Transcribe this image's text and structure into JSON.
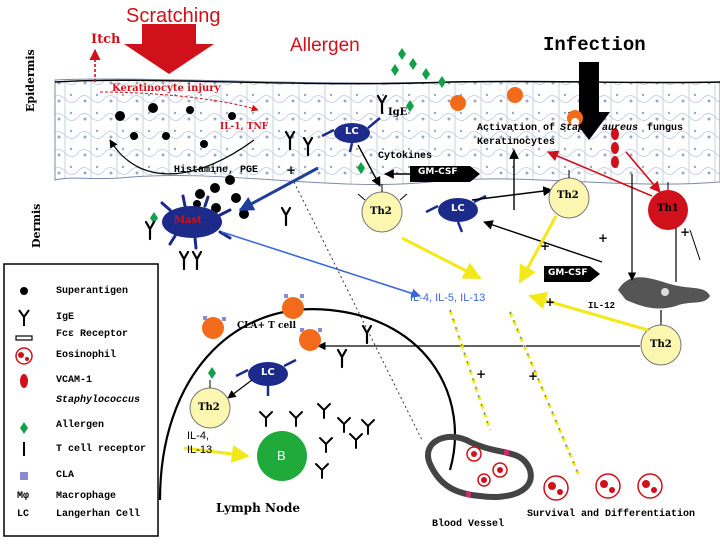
{
  "labels": {
    "scratching": "Scratching",
    "itch": "Itch",
    "allergen_top": "Allergen",
    "infection": "Infection",
    "epidermis": "Epidermis",
    "dermis": "Dermis",
    "keratinocyte_injury": "Keratinocyte injury",
    "il1_tnf": "IL-1, TNF",
    "ige_top": "IgE",
    "activation": "Activation of",
    "staph_aureus": "Staph. aureus",
    "fungus": "fungus",
    "keratinocytes": "Keratinocytes",
    "cytokines": "Cytokines",
    "histamine_pge": "Histamine, PGE",
    "gm_csf_1": "GM-CSF",
    "gm_csf_2": "GM-CSF",
    "lc_1": "LC",
    "lc_2": "LC",
    "lc_3": "LC",
    "mast": "Mast",
    "th2_1": "Th2",
    "th2_2": "Th2",
    "th2_3": "Th2",
    "th2_4": "Th2",
    "th1": "Th1",
    "il4_5_13": "IL-4, IL-5, IL-13",
    "il12": "IL-12",
    "cla_t_cell": "CLA+ T cell",
    "il4_il13_a": "IL-4,",
    "il4_il13_b": "IL-13",
    "b_cell": "B",
    "lymph_node": "Lymph Node",
    "blood_vessel": "Blood Vessel",
    "survival": "Survival and Differentiation",
    "plus": "+"
  },
  "legend": {
    "items": [
      {
        "icon": "superantigen-icon",
        "label": "Superantigen"
      },
      {
        "icon": "ige-icon",
        "label": "IgE"
      },
      {
        "icon": "fc-receptor-icon",
        "label": "Fcε Receptor"
      },
      {
        "icon": "eosinophil-icon",
        "label": "Eosinophil"
      },
      {
        "icon": "vcam1-icon",
        "label": "VCAM-1"
      },
      {
        "icon": "staphylococcus-icon",
        "label": "Staphylococcus"
      },
      {
        "icon": "allergen-icon",
        "label": "Allergen"
      },
      {
        "icon": "t-cell-receptor-icon",
        "label": "T cell receptor"
      },
      {
        "icon": "cla-icon",
        "label": "CLA"
      },
      {
        "icon": "macrophage-icon",
        "symbol": "Mφ",
        "label": "Macrophage"
      },
      {
        "icon": "langerhans-cell-icon",
        "symbol": "LC",
        "label": "Langerhan Cell"
      }
    ]
  },
  "colors": {
    "red": "#d0101a",
    "yellow_arrow": "#f2e81a",
    "blue_arrow": "#3b68d8",
    "navy_arrow": "#1f3f9a",
    "cell_yellow": "#fbf7b0",
    "mast_blue": "#1c2a8a",
    "orange": "#f26a1a",
    "green": "#12a04a"
  }
}
